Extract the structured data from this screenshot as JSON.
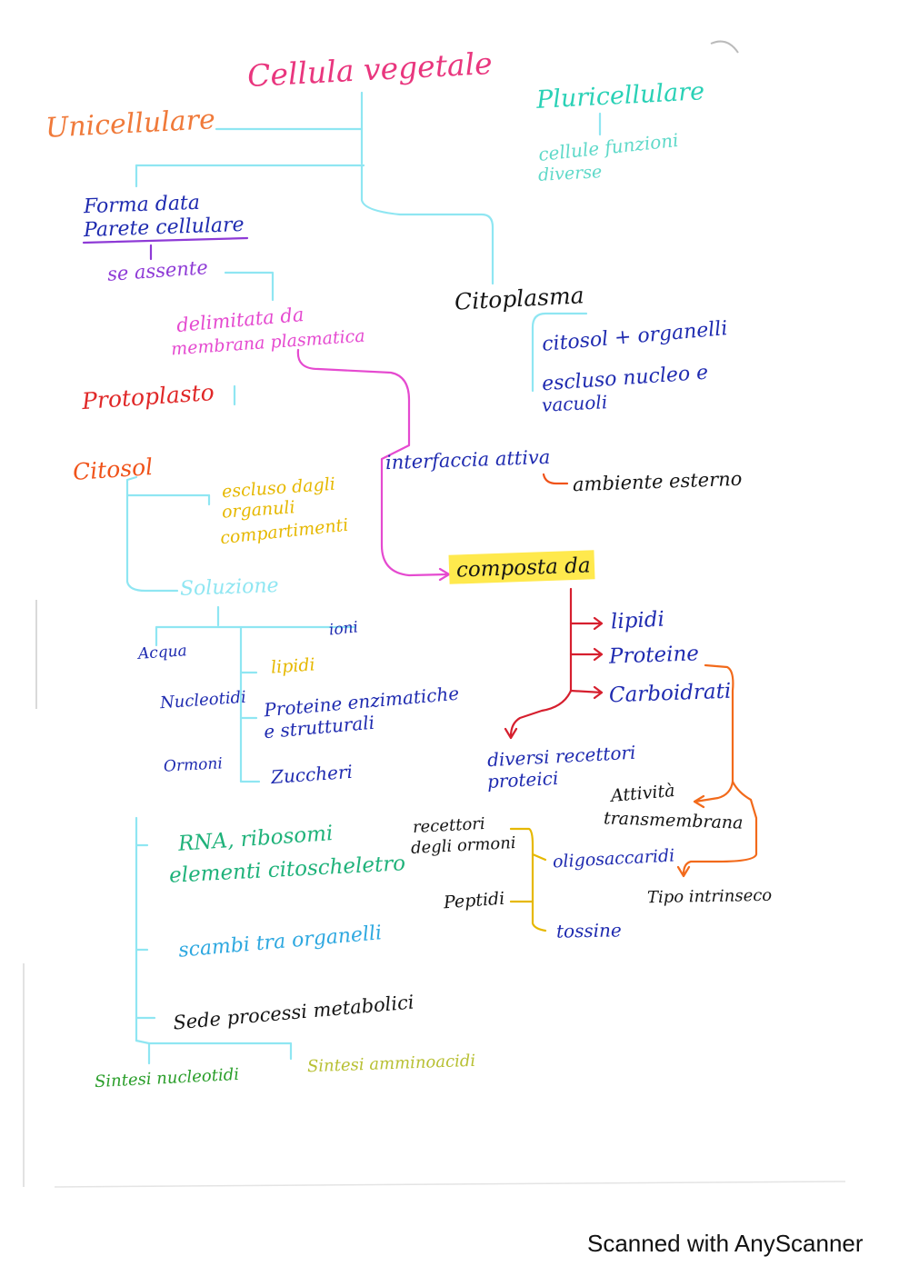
{
  "colors": {
    "pink": "#e9367e",
    "orange": "#f07a3a",
    "teal": "#2ad1b6",
    "navy": "#1f2bb0",
    "purple": "#8e3ad6",
    "magenta": "#e54ad0",
    "red": "#e02828",
    "redorange": "#f0531a",
    "yellow": "#e6b800",
    "cyan": "#8fe6f2",
    "green": "#1fb27a",
    "darkgreen": "#2a9e2a",
    "olive": "#b8c033",
    "black": "#151515",
    "crimson": "#d61f2e",
    "orangeline": "#f26a1b",
    "highlight": "#ffe94d"
  },
  "nodes": {
    "cellula_vegetale": "Cellula vegetale",
    "unicellulare": "Unicellulare",
    "pluricellulare": "Pluricellulare",
    "cellule_funzioni": "cellule funzioni",
    "diverse": "diverse",
    "forma_data": "Forma data",
    "parete_cellulare": "Parete cellulare",
    "se_assente": "se assente",
    "citoplasma": "Citoplasma",
    "citosol_organelli": "citosol + organelli",
    "escluso_nucleo": "escluso nucleo e",
    "vacuoli": "vacuoli",
    "delimitata_da": "delimitata da",
    "membrana_plasmatica": "membrana plasmatica",
    "protoplasto": "Protoplasto",
    "interfaccia_attiva": "interfaccia attiva",
    "ambiente_esterno": "ambiente esterno",
    "citosol": "Citosol",
    "escluso_dagli": "escluso dagli",
    "organuli": "organuli",
    "compartimenti": "compartimenti",
    "composta_da": "composta da",
    "soluzione": "Soluzione",
    "lipidi_memb": "lipidi",
    "proteine_memb": "Proteine",
    "carboidrati": "Carboidrati",
    "ioni": "ioni",
    "acqua": "Acqua",
    "lipidi_sol": "lipidi",
    "nucleotidi": "Nucleotidi",
    "proteine_enzimatiche": "Proteine enzimatiche",
    "e_strutturali": "e strutturali",
    "ormoni": "Ormoni",
    "zuccheri": "Zuccheri",
    "diversi_recettori": "diversi recettori",
    "proteici": "proteici",
    "attivita": "Attività",
    "transmembrana": "transmembrana",
    "recettori": "recettori",
    "degli_ormoni": "degli ormoni",
    "rna_ribosomi": "RNA, ribosomi",
    "elementi_citoscheletro": "elementi citoscheletro",
    "oligosaccaridi": "oligosaccaridi",
    "tipo_intrinseco": "Tipo intrinseco",
    "peptidi": "Peptidi",
    "tossine": "tossine",
    "scambi_organelli": "scambi tra organelli",
    "sede_processi": "Sede processi metabolici",
    "sintesi_nucleotidi": "Sintesi nucleotidi",
    "sintesi_amminoacidi": "Sintesi amminoacidi"
  },
  "footer": {
    "scanner_text": "Scanned with AnyScanner"
  }
}
